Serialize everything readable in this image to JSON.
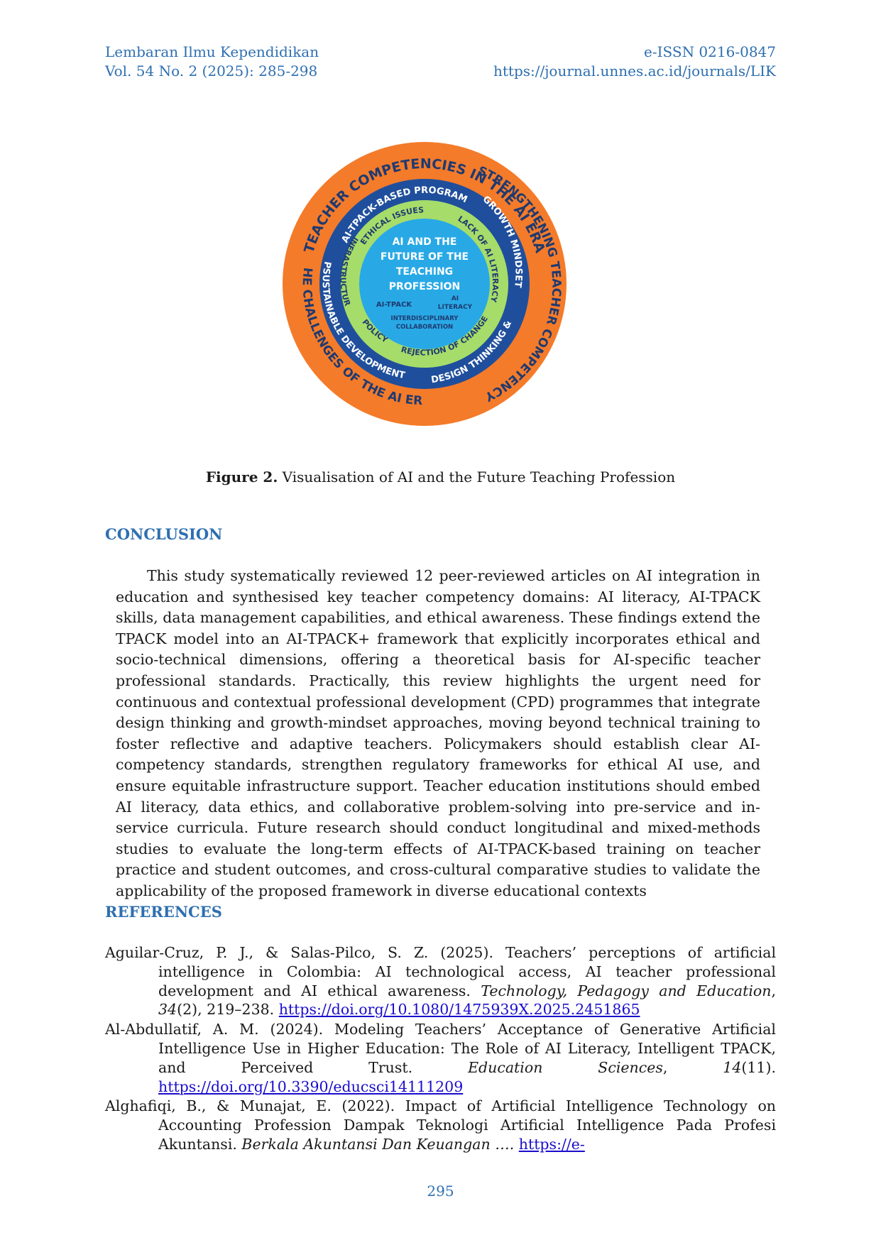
{
  "header": {
    "journal": "Lembaran Ilmu Kependidikan",
    "volume": "Vol.  54 No. 2 (2025): 285-298",
    "issn": "e-ISSN 0216-0847",
    "url": "https://journal.unnes.ac.id/journals/LIK"
  },
  "figure": {
    "outer_top": "TEACHER COMPETENCIES IN THE AI ERA",
    "outer_right": "STRENGTHENING TEACHER COMPETENCY",
    "outer_left": "THE CHALLENGES OF THE AI ERA",
    "blue_top": "AI-TPACK-BASED PROGRAM",
    "blue_right": "GROWTH MINDSET",
    "blue_bottom_right": "DESIGN THINKING &",
    "blue_left": "PSUSTAINABLE DEVELOPMENT",
    "green_top": "ETHICAL ISSUES",
    "green_right": "LACK OF AI LITERACY",
    "green_bottom": "REJECTION OF CHANGE",
    "green_bottom_left": "POLICY",
    "green_left": "INFRASTRUCTUR",
    "center_line1": "AI AND THE",
    "center_line2": "FUTURE OF THE",
    "center_line3": "TEACHING",
    "center_line4": "PROFESSION",
    "center_ai_tpack": "AI-TPACK",
    "center_ai": "AI",
    "center_literacy": "LITERACY",
    "center_interdisciplinary": "INTERDISCIPLINARY",
    "center_collaboration": "COLLABORATION",
    "colors": {
      "orange": "#f47b2a",
      "blue": "#1f4f9c",
      "green": "#a6dc6a",
      "center": "#28a9e6"
    }
  },
  "caption": {
    "label": "Figure 2.",
    "text": " Visualisation of AI and the Future Teaching Profession"
  },
  "conclusion": {
    "heading": "CONCLUSION",
    "paragraph": "This study systematically reviewed 12 peer-reviewed articles on AI integration in education and synthesised key teacher competency domains: AI literacy, AI-TPACK skills, data management capabilities, and ethical awareness. These findings extend the TPACK model into an AI-TPACK+ framework that explicitly incorporates ethical and socio-technical dimensions, offering a theoretical basis for AI-specific teacher professional standards. Practically, this review highlights the urgent need for continuous and contextual professional development (CPD) programmes that integrate design thinking and growth-mindset approaches, moving beyond technical training to foster reflective and adaptive teachers. Policymakers should establish clear AI-competency standards, strengthen regulatory frameworks for ethical AI use, and ensure equitable infrastructure support. Teacher education institutions should embed AI literacy, data ethics, and collaborative problem-solving into pre-service and in-service curricula. Future research should conduct longitudinal and mixed-methods studies to evaluate the long-term effects of AI-TPACK-based training on teacher practice and student outcomes, and cross-cultural comparative studies to validate the applicability of the proposed framework in diverse educational contexts"
  },
  "references": {
    "heading": "REFERENCES",
    "items": [
      {
        "text": "Aguilar-Cruz, P. J., & Salas-Pilco, S. Z. (2025). Teachers’ perceptions of artificial intelligence in Colombia: AI technological access, AI teacher professional development and AI ethical awareness. ",
        "source": "Technology, Pedagogy and Education",
        "sep1": ", ",
        "volume": "34",
        "rest": "(2), 219–238. ",
        "link": "https://doi.org/10.1080/1475939X.2025.2451865"
      },
      {
        "text": "Al-Abdullatif, A. M. (2024). Modeling Teachers’ Acceptance of Generative Artificial Intelligence Use in Higher Education: The Role of AI Literacy, Intelligent TPACK, and Perceived Trust. ",
        "source": "Education Sciences",
        "sep1": ", ",
        "volume": "14",
        "rest": "(11). ",
        "link": "https://doi.org/10.3390/educsci14111209"
      },
      {
        "text": "Alghafiqi, B., & Munajat, E. (2022). Impact of Artificial Intelligence Technology on Accounting Profession Dampak Teknologi Artificial Intelligence Pada Profesi Akuntansi. ",
        "source": "Berkala Akuntansi Dan Keuangan ….",
        "sep1": " ",
        "volume": "",
        "rest": "",
        "link": "https://e-"
      }
    ]
  },
  "page_number": "295"
}
